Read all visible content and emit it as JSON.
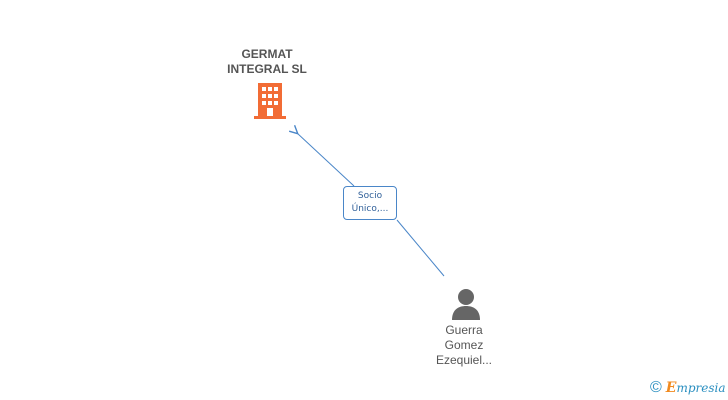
{
  "company": {
    "name": "GERMAT\nINTEGRAL SL",
    "icon": "building-icon",
    "color": "#f26c35"
  },
  "relation": {
    "line1": "Socio",
    "line2": "Único,...",
    "color": "#4a86c8"
  },
  "person": {
    "name_line1": "Guerra",
    "name_line2": "Gomez",
    "name_line3": "Ezequiel...",
    "icon": "person-icon",
    "color": "#666666"
  },
  "footer": {
    "copyright_symbol": "©",
    "brand_first": "E",
    "brand_rest": "mpresia",
    "icon": "copyright-icon"
  }
}
